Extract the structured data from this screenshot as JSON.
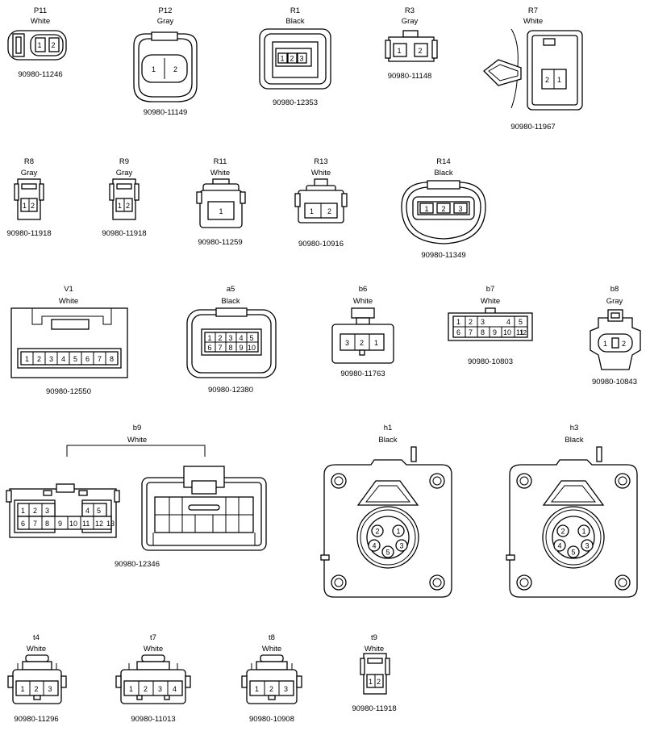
{
  "connectors": [
    {
      "id": "P11",
      "color": "White",
      "part": "90980-11246",
      "pins": [
        "1",
        "2"
      ]
    },
    {
      "id": "P12",
      "color": "Gray",
      "part": "90980-11149",
      "pins": [
        "1",
        "2"
      ]
    },
    {
      "id": "R1",
      "color": "Black",
      "part": "90980-12353",
      "pins": [
        "1",
        "2",
        "3"
      ]
    },
    {
      "id": "R3",
      "color": "Gray",
      "part": "90980-11148",
      "pins": [
        "1",
        "2"
      ]
    },
    {
      "id": "R7",
      "color": "White",
      "part": "90980-11967",
      "pins": [
        "2",
        "1"
      ]
    },
    {
      "id": "R8",
      "color": "Gray",
      "part": "90980-11918",
      "pins": [
        "1",
        "2"
      ]
    },
    {
      "id": "R9",
      "color": "Gray",
      "part": "90980-11918",
      "pins": [
        "1",
        "2"
      ]
    },
    {
      "id": "R11",
      "color": "White",
      "part": "90980-11259",
      "pins": [
        "1"
      ]
    },
    {
      "id": "R13",
      "color": "White",
      "part": "90980-10916",
      "pins": [
        "1",
        "2"
      ]
    },
    {
      "id": "R14",
      "color": "Black",
      "part": "90980-11349",
      "pins": [
        "1",
        "2",
        "3"
      ]
    },
    {
      "id": "V1",
      "color": "White",
      "part": "90980-12550",
      "pins": [
        "1",
        "2",
        "3",
        "4",
        "5",
        "6",
        "7",
        "8"
      ]
    },
    {
      "id": "a5",
      "color": "Black",
      "part": "90980-12380",
      "pins": [
        "1",
        "2",
        "3",
        "4",
        "5",
        "6",
        "7",
        "8",
        "9",
        "10"
      ]
    },
    {
      "id": "b6",
      "color": "White",
      "part": "90980-11763",
      "pins": [
        "3",
        "2",
        "1"
      ]
    },
    {
      "id": "b7",
      "color": "White",
      "part": "90980-10803",
      "pins": [
        "1",
        "2",
        "3",
        "4",
        "5",
        "6",
        "7",
        "8",
        "9",
        "10",
        "11",
        "12"
      ]
    },
    {
      "id": "b8",
      "color": "Gray",
      "part": "90980-10843",
      "pins": [
        "1",
        "2"
      ]
    },
    {
      "id": "b9",
      "color": "White",
      "part": "90980-12346",
      "pins": [
        "1",
        "2",
        "3",
        "4",
        "5",
        "6",
        "7",
        "8",
        "9",
        "10",
        "11",
        "12",
        "13"
      ]
    },
    {
      "id": "h1",
      "color": "Black",
      "part": "",
      "pins": [
        "2",
        "1",
        "4",
        "3",
        "5"
      ]
    },
    {
      "id": "h3",
      "color": "Black",
      "part": "",
      "pins": [
        "2",
        "1",
        "4",
        "3",
        "5"
      ]
    },
    {
      "id": "t4",
      "color": "White",
      "part": "90980-11296",
      "pins": [
        "1",
        "2",
        "3"
      ]
    },
    {
      "id": "t7",
      "color": "White",
      "part": "90980-11013",
      "pins": [
        "1",
        "2",
        "3",
        "4"
      ]
    },
    {
      "id": "t8",
      "color": "White",
      "part": "90980-10908",
      "pins": [
        "1",
        "2",
        "3"
      ]
    },
    {
      "id": "t9",
      "color": "White",
      "part": "90980-11918",
      "pins": [
        "1",
        "2"
      ]
    }
  ]
}
